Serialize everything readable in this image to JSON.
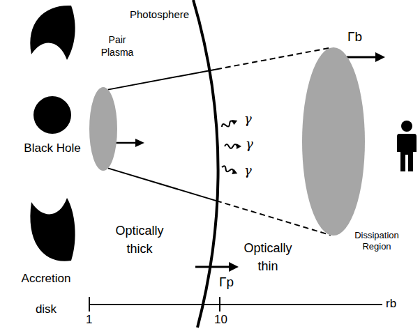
{
  "diagram": {
    "nodes": [
      {
        "text": [
          "Black Hole"
        ]
      },
      {
        "text": [
          "Pair Plasma"
        ]
      },
      {
        "text": [
          "Dissipation Region"
        ]
      }
    ],
    "edges": [
      {
        "from": 1,
        "to": 2,
        "arrow": "none"
      },
      {
        "from": 1,
        "to": 2,
        "arrow": "none"
      }
    ],
    "labels": [
      "Photosphere",
      "γ",
      "γ",
      "γ",
      "Optically thick",
      "Optically thin",
      "Γb",
      "Γp",
      "1",
      "10",
      "rb",
      "Accretion disk"
    ]
  }
}
